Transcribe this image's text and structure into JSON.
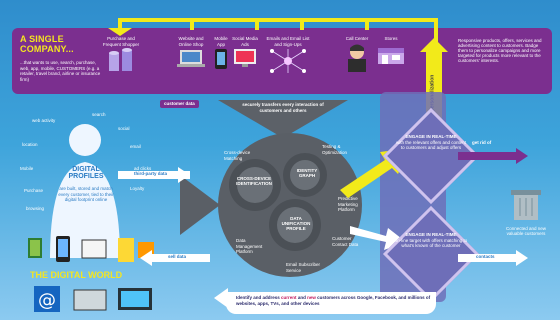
{
  "company": {
    "title_line1": "A SINGLE",
    "title_line2": "COMPANY...",
    "description": "...that wants to use, search, purchase, web, app, mobile, CUSTOMERS (e.g. a retailer, travel brand, airline or insurance firm)"
  },
  "top_items": [
    {
      "label": "Purchase and Frequent Shopper",
      "icon": "cylinder-chart-icon"
    },
    {
      "label": "Website and Online Shop",
      "icon": "laptop-icon"
    },
    {
      "label": "Mobile App",
      "icon": "mobile-icon"
    },
    {
      "label": "Social Media Ads",
      "icon": "monitor-icon"
    },
    {
      "label": "Emails and Email List and Sign-Ups",
      "icon": "network-icon"
    },
    {
      "label": "Call Center",
      "icon": "person-icon"
    },
    {
      "label": "Stores",
      "icon": "stores-icon"
    }
  ],
  "right_top_note": "Responsive products, offers, services and advertising content to customers. Badge them to personalize campaigns and more targeted for products more relevant to the customers' interests.",
  "top_labels": {
    "customer_data": "customer data",
    "personalization": "personalization"
  },
  "center_triangle_text": "securely transfers every interaction of customers and others",
  "gears": [
    "IDENTITY GRAPH",
    "CROSS-DEVICE IDENTIFICATION",
    "DATA UNIFICATION PROFILE"
  ],
  "gear_labels": [
    "Cross-device Matching",
    "Testing & Optimization",
    "Predictive Marketing Platform",
    "Data Management Platform",
    "Email Subscriber Service",
    "Customer Contact Data"
  ],
  "digital_profiles": {
    "title_line1": "DIGITAL",
    "title_line2": "PROFILES",
    "desc": "are built, stored and match every customer, tied to their digital footprint online",
    "orbit_labels": [
      "web activity",
      "search",
      "social",
      "location",
      "email",
      "Mobile",
      "ad clicks",
      "Purchase",
      "Loyalty",
      "browsing"
    ]
  },
  "digital_world": "THE DIGITAL WORLD",
  "arrow_labels": {
    "third_party": "third-party data",
    "sell_data": "sell data",
    "get_rid_of": "get rid of",
    "contacts": "contacts"
  },
  "engage_top": {
    "title": "ENGAGE IN REAL-TIME",
    "desc": "with the relevant offers and content to customers and adjust offers"
  },
  "engage_bottom": {
    "title": "ENGAGE IN REAL-TIME",
    "desc": "on-line target with offers matching to what's known of the customer"
  },
  "right_bottom_note": "Connected and new valuable customers",
  "bottom_text_parts": {
    "p1": "Identify and address",
    "p2": "current",
    "p3": "and",
    "p4": "new",
    "p5": "customers across Google, Facebook, and millions of websites, apps, TVs, and other devices"
  },
  "colors": {
    "purple": "#7b2f8f",
    "yellow": "#f2ea1a",
    "gear": "#5a5f66"
  }
}
